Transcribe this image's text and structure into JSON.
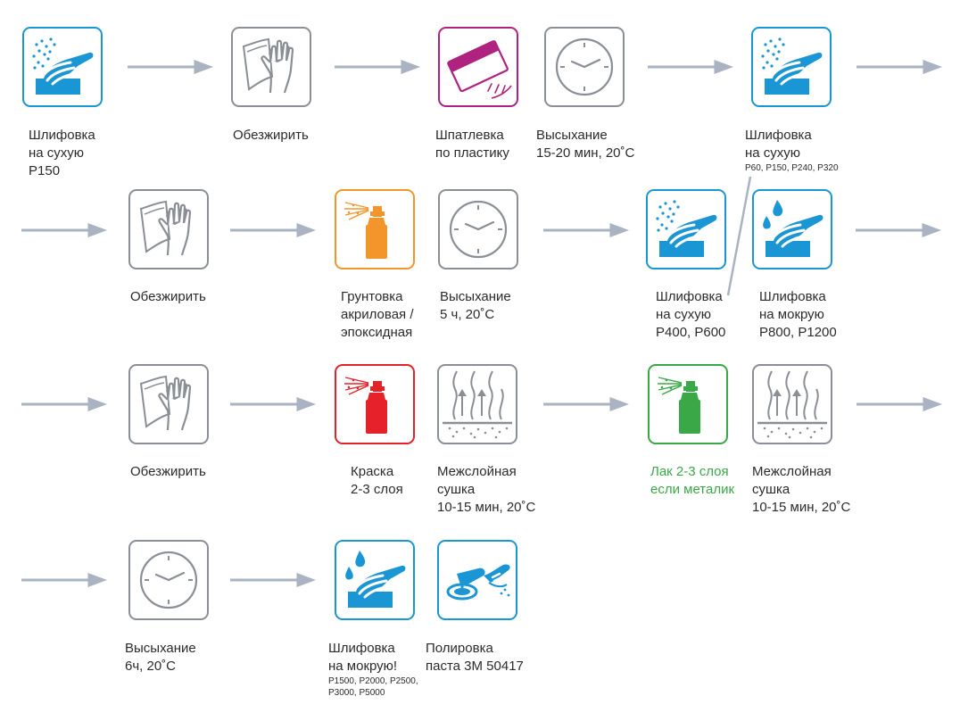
{
  "colors": {
    "blue": "#1a96d4",
    "gray": "#8a8f96",
    "purple": "#b0227f",
    "orange": "#f2962c",
    "red": "#e52229",
    "green": "#3aa847",
    "arrow": "#a9b3c1"
  },
  "steps": [
    {
      "id": "s1",
      "icon": "sanding-dry-icon",
      "lines": [
        "Шлифовка",
        "на сухую",
        "P150"
      ],
      "small": []
    },
    {
      "id": "s2",
      "icon": "degrease-icon",
      "lines": [
        "Обезжирить"
      ],
      "small": []
    },
    {
      "id": "s3",
      "icon": "spatula-icon",
      "lines": [
        "Шпатлевка",
        "по пластику"
      ],
      "small": []
    },
    {
      "id": "s4",
      "icon": "clock-icon",
      "lines": [
        "Высыхание",
        "15-20 мин, 20˚C"
      ],
      "small": []
    },
    {
      "id": "s5",
      "icon": "sanding-dry-icon",
      "lines": [
        "Шлифовка",
        "на сухую"
      ],
      "small": [
        "P60, P150, P240, P320"
      ]
    },
    {
      "id": "s6",
      "icon": "degrease-icon",
      "lines": [
        "Обезжирить"
      ],
      "small": []
    },
    {
      "id": "s7",
      "icon": "spray-can-icon",
      "lines": [
        "Грунтовка",
        "акриловая /",
        "эпоксидная"
      ],
      "small": []
    },
    {
      "id": "s8",
      "icon": "clock-icon",
      "lines": [
        "Высыхание",
        "5 ч, 20˚C"
      ],
      "small": []
    },
    {
      "id": "s9",
      "icon": "sanding-dry-icon",
      "lines": [
        "Шлифовка",
        "на сухую",
        "P400, P600"
      ],
      "small": []
    },
    {
      "id": "s10",
      "icon": "sanding-wet-icon",
      "lines": [
        "Шлифовка",
        "на мокрую",
        "P800, P1200"
      ],
      "small": []
    },
    {
      "id": "s11",
      "icon": "degrease-icon",
      "lines": [
        "Обезжирить"
      ],
      "small": []
    },
    {
      "id": "s12",
      "icon": "spray-can-icon",
      "lines": [
        "Краска",
        "2-3 слоя"
      ],
      "small": []
    },
    {
      "id": "s13",
      "icon": "flash-off-icon",
      "lines": [
        "Межслойная",
        "сушка",
        "10-15 мин, 20˚C"
      ],
      "small": []
    },
    {
      "id": "s14",
      "icon": "spray-can-icon",
      "lines": [
        "Лак 2-3 слоя",
        "если металик"
      ],
      "small": []
    },
    {
      "id": "s15",
      "icon": "flash-off-icon",
      "lines": [
        "Межслойная",
        "сушка",
        "10-15 мин, 20˚C"
      ],
      "small": []
    },
    {
      "id": "s16",
      "icon": "clock-icon",
      "lines": [
        "Высыхание",
        "6ч, 20˚C"
      ],
      "small": []
    },
    {
      "id": "s17",
      "icon": "sanding-wet-icon",
      "lines": [
        "Шлифовка",
        "на мокрую!"
      ],
      "small": [
        "P1500, P2000, P2500,",
        "P3000, P5000"
      ]
    },
    {
      "id": "s18",
      "icon": "polishing-icon",
      "lines": [
        "Полировка",
        "паста 3M 50417"
      ],
      "small": []
    }
  ]
}
